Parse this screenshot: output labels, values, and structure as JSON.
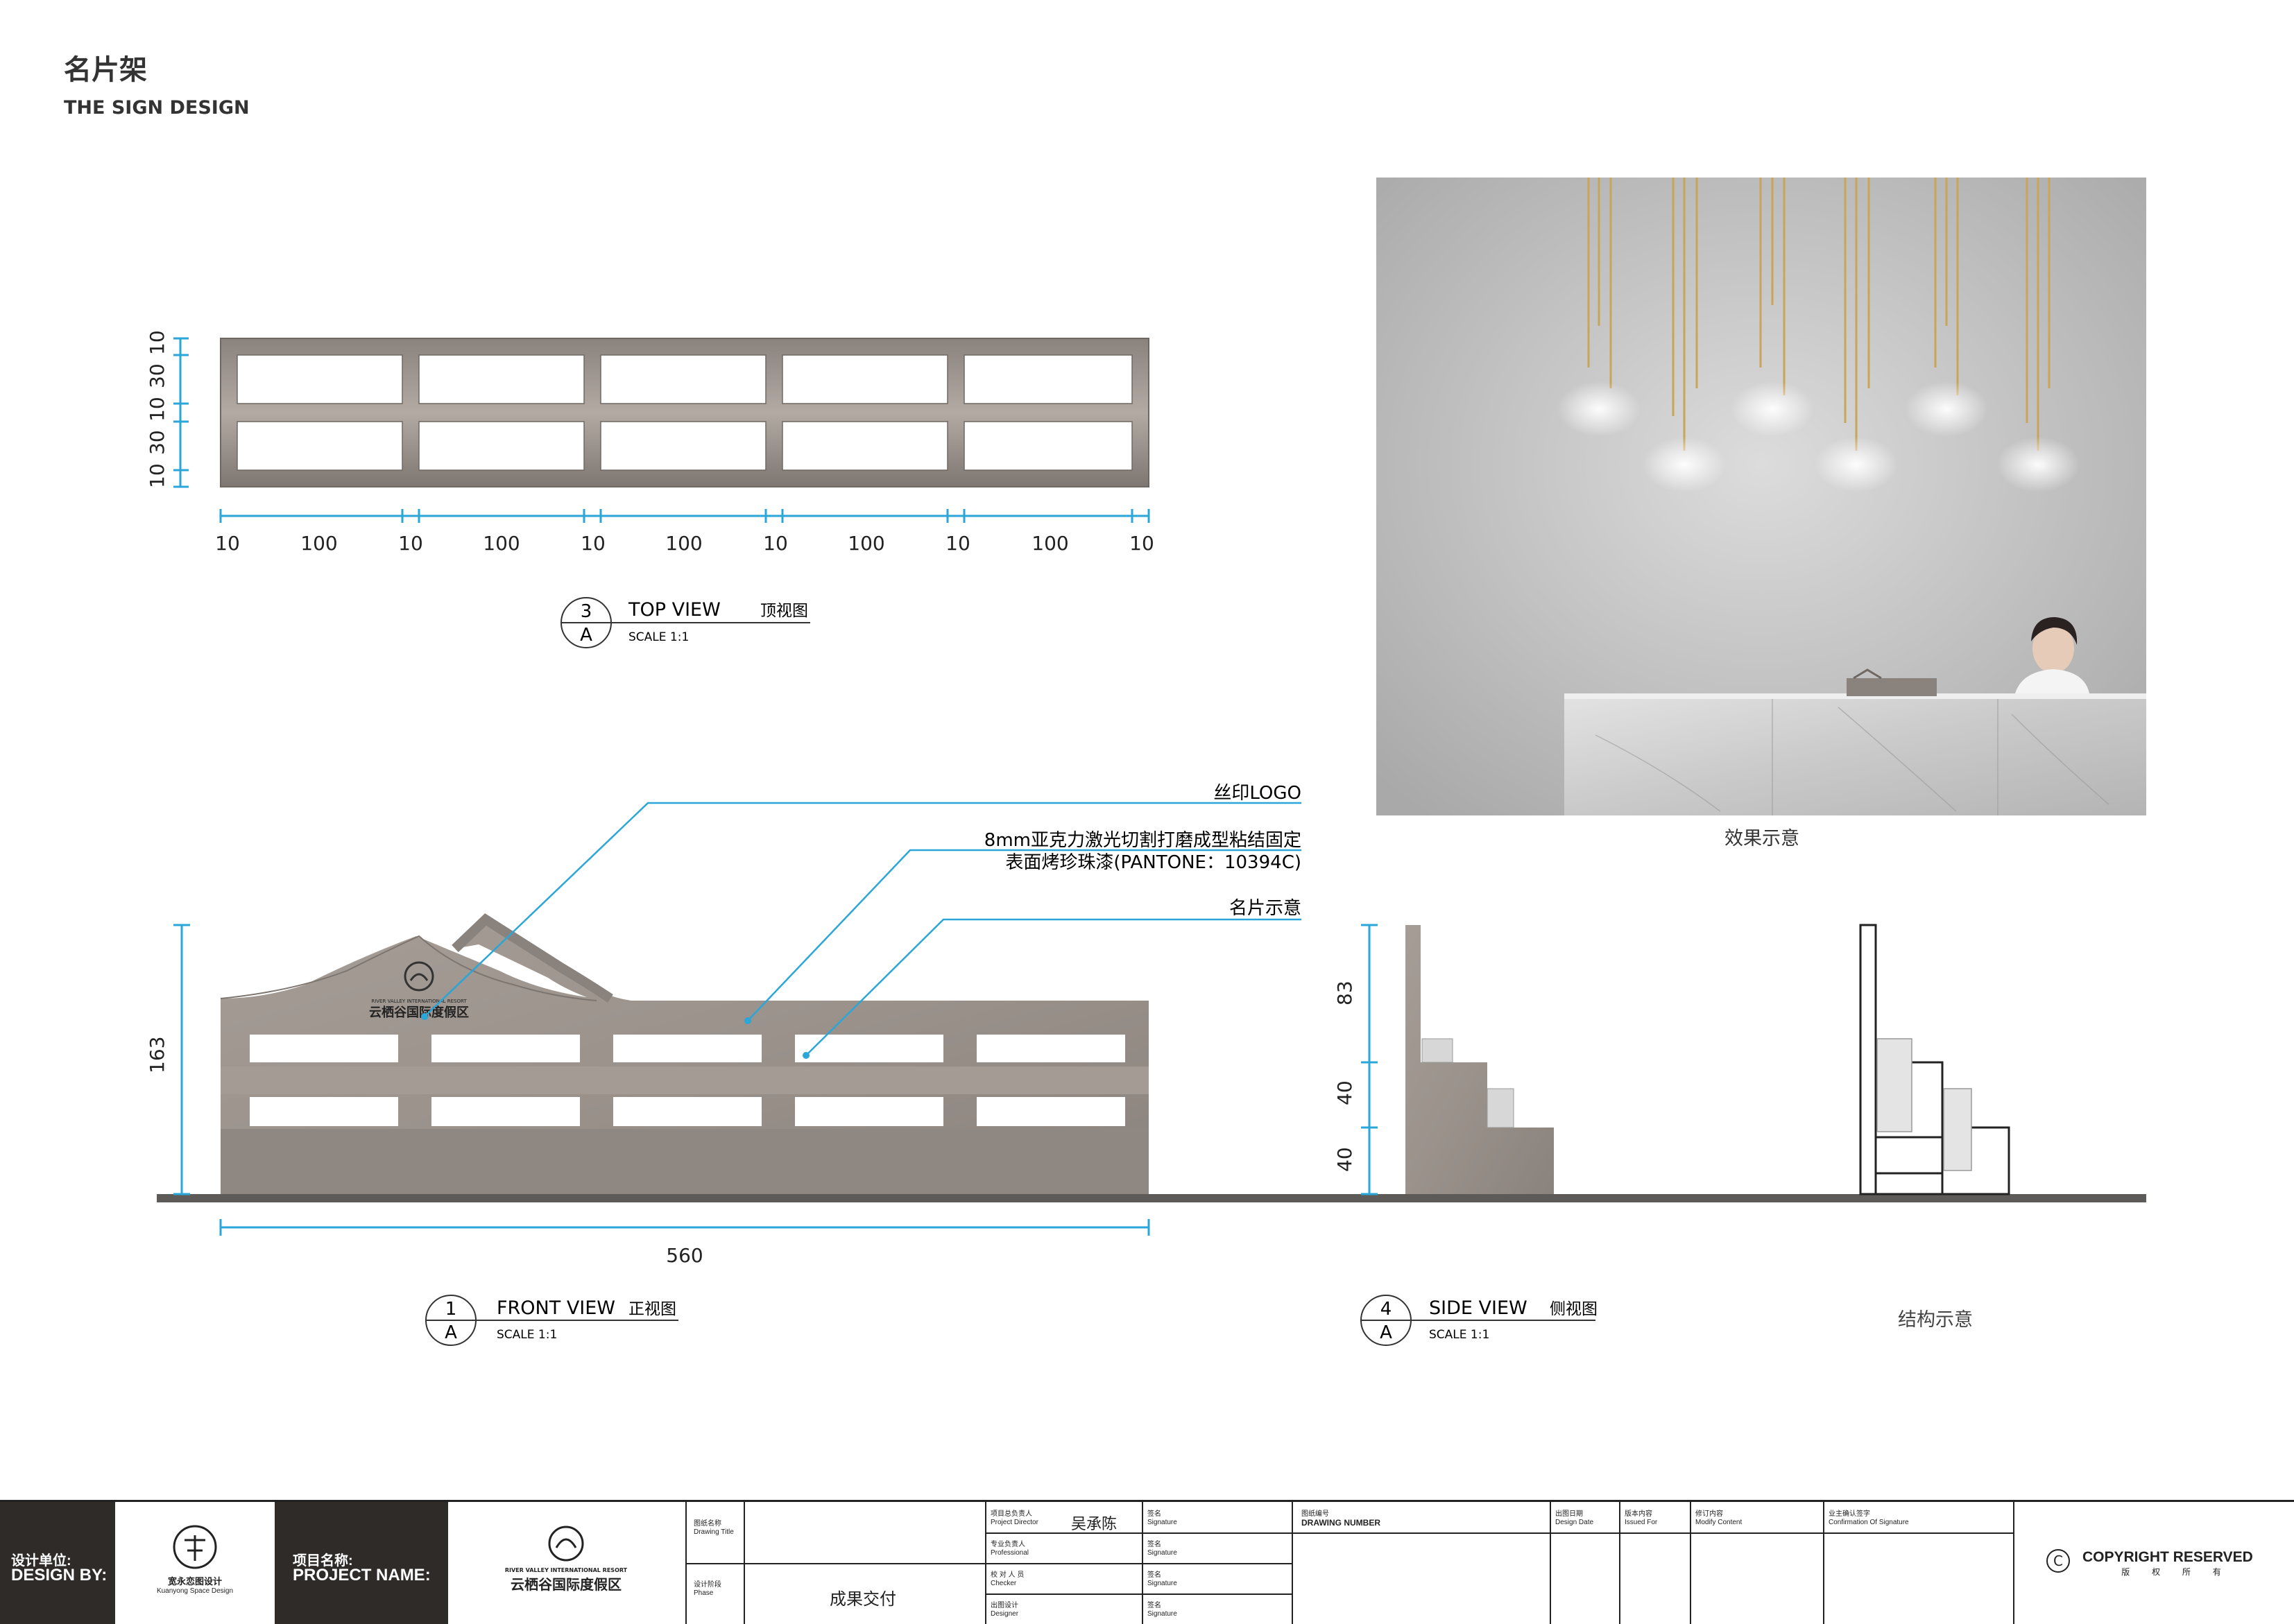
{
  "header": {
    "title_zh": "名片架",
    "title_en": "THE SIGN DESIGN"
  },
  "top_view": {
    "v_dims": [
      "10",
      "30",
      "10",
      "30",
      "10"
    ],
    "h_dims": [
      "10",
      "100",
      "10",
      "100",
      "10",
      "100",
      "10",
      "100",
      "10",
      "100",
      "10"
    ],
    "tag_num": "3",
    "tag_letter": "A",
    "label_en": "TOP VIEW",
    "label_zh": "顶视图",
    "scale": "SCALE 1:1"
  },
  "render": {
    "caption": "效果示意"
  },
  "front_view": {
    "callout_logo": "丝印LOGO",
    "callout_material_1": "8mm亚克力激光切割打磨成型粘结固定",
    "callout_material_2": "表面烤珍珠漆(PANTONE：10394C)",
    "callout_card": "名片示意",
    "logo_en": "RIVER VALLEY INTERNATIONAL RESORT",
    "logo_zh": "云栖谷国际度假区",
    "height_dim": "163",
    "width_dim": "560",
    "tag_num": "1",
    "tag_letter": "A",
    "label_en": "FRONT VIEW",
    "label_zh": "正视图",
    "scale": "SCALE 1:1"
  },
  "side_view": {
    "dims": [
      "83",
      "40",
      "40"
    ],
    "tag_num": "4",
    "tag_letter": "A",
    "label_en": "SIDE VIEW",
    "label_zh": "侧视图",
    "scale": "SCALE 1:1"
  },
  "structure": {
    "caption": "结构示意"
  },
  "title_block": {
    "design_by_zh": "设计单位:",
    "design_by_en": "DESIGN BY:",
    "designer_logo_zh": "宽永恋图设计",
    "designer_logo_en": "Kuanyong Space Design",
    "project_name_zh": "项目名称:",
    "project_name_en": "PROJECT NAME:",
    "project_logo_en": "RIVER VALLEY INTERNATIONAL RESORT",
    "project_logo_zh": "云栖谷国际度假区",
    "drawing_title_zh": "图纸名称",
    "drawing_title_en": "Drawing Title",
    "phase_zh": "设计阶段",
    "phase_en": "Phase",
    "phase_value": "成果交付",
    "roles": [
      {
        "zh": "项目总负责人",
        "en": "Project Director",
        "value": "吴承陈"
      },
      {
        "zh": "专业负责人",
        "en": "Professional",
        "value": ""
      },
      {
        "zh": "校 对 人 员",
        "en": "Checker",
        "value": ""
      },
      {
        "zh": "出图设计",
        "en": "Designer",
        "value": ""
      }
    ],
    "sign_zh": "签名",
    "sign_en": "Signature",
    "drawing_number_zh": "图纸编号",
    "drawing_number_en": "DRAWING NUMBER",
    "design_date_zh": "出图日期",
    "design_date_en": "Design Date",
    "issued_for_zh": "版本内容",
    "issued_for_en": "Issued For",
    "modify_zh": "修订内容",
    "modify_en": "Modify Content",
    "confirm_zh": "业主确认签字",
    "confirm_en": "Confirmation Of Signature",
    "copyright_en": "COPYRIGHT RESERVED",
    "copyright_zh": "版 权 所 有"
  }
}
